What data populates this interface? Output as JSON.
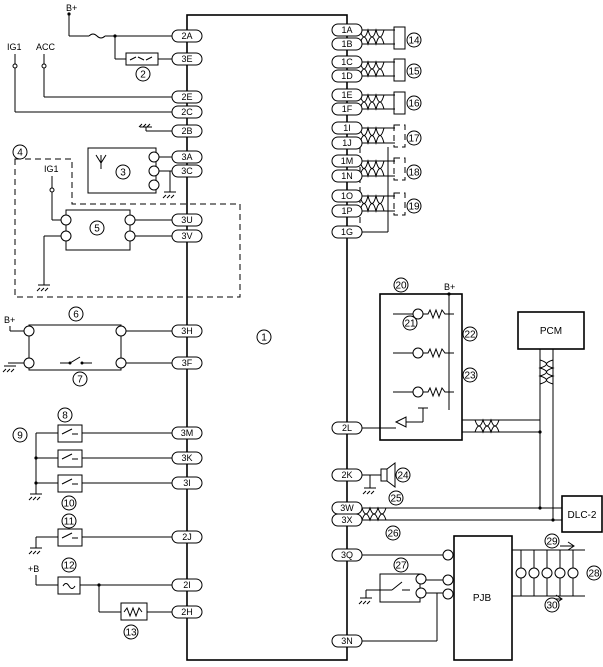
{
  "power_labels": {
    "bplus_top": "B+",
    "ig1": "IG1",
    "acc": "ACC",
    "ig1_box": "IG1",
    "bplus_6": "B+",
    "plus_b_12": "+B",
    "bplus_cluster": "B+"
  },
  "boxes": {
    "pcm": "PCM",
    "dlc2": "DLC-2",
    "pjb": "PJB"
  },
  "left_pins": [
    "2A",
    "3E",
    "2E",
    "2C",
    "2B",
    "3A",
    "3C",
    "3U",
    "3V",
    "3H",
    "3F",
    "3M",
    "3K",
    "3I",
    "2J",
    "2I",
    "2H"
  ],
  "right_pins": [
    "1A",
    "1B",
    "1C",
    "1D",
    "1E",
    "1F",
    "1I",
    "1J",
    "1M",
    "1N",
    "1O",
    "1P",
    "1G",
    "2L",
    "2K",
    "3W",
    "3X",
    "3Q",
    "3N"
  ],
  "callouts": [
    "1",
    "2",
    "3",
    "4",
    "5",
    "6",
    "7",
    "8",
    "9",
    "10",
    "11",
    "12",
    "13",
    "14",
    "15",
    "16",
    "17",
    "18",
    "19",
    "20",
    "21",
    "22",
    "23",
    "24",
    "25",
    "26",
    "27",
    "28",
    "29",
    "30"
  ]
}
